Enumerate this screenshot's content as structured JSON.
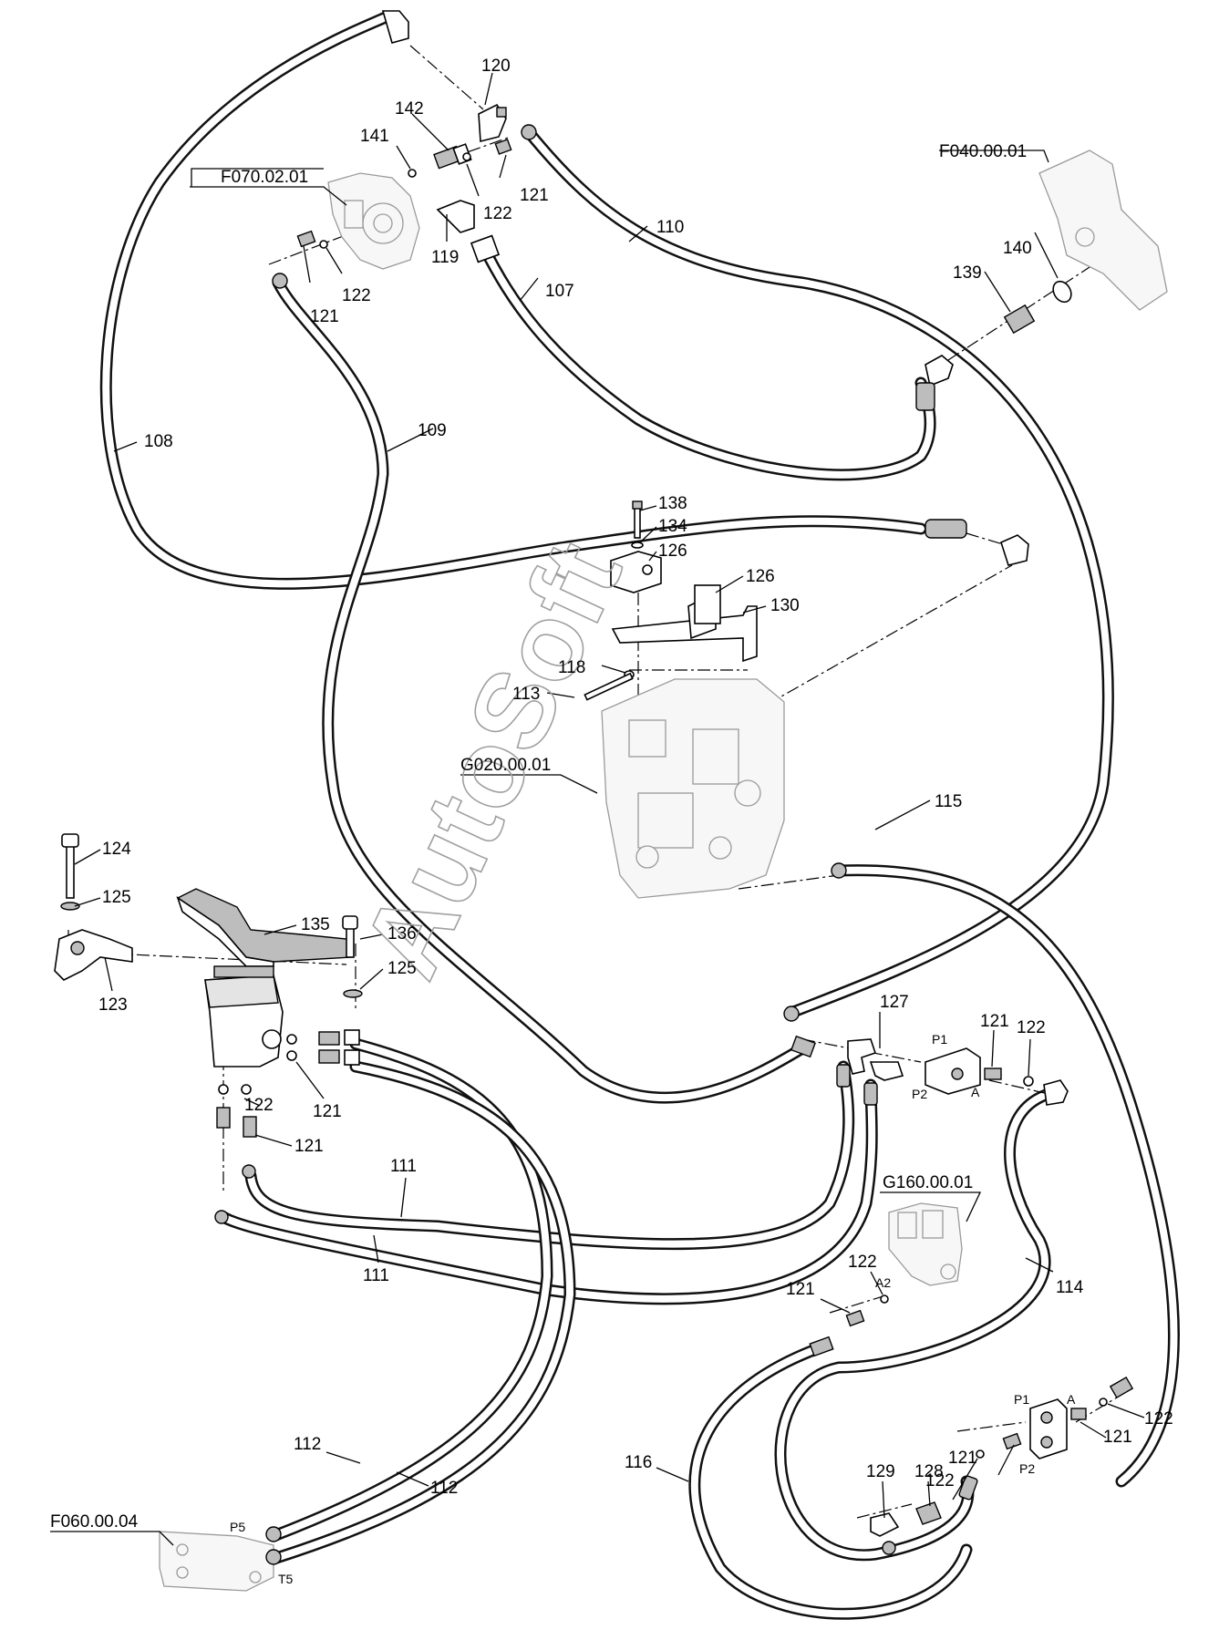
{
  "watermark": "AutoSoft",
  "references": {
    "f070": "F070.02.01",
    "f040": "F040.00.01",
    "g020": "G020.00.01",
    "g160": "G160.00.01",
    "f060": "F060.00.04"
  },
  "parts": {
    "p107": "107",
    "p108": "108",
    "p109": "109",
    "p110": "110",
    "p111a": "111",
    "p111b": "111",
    "p112a": "112",
    "p112b": "112",
    "p113": "113",
    "p114": "114",
    "p115": "115",
    "p116": "116",
    "p118": "118",
    "p119": "119",
    "p120": "120",
    "p121a": "121",
    "p121b": "121",
    "p121c": "121",
    "p121d": "121",
    "p121e": "121",
    "p121f": "121",
    "p121g": "121",
    "p121h": "121",
    "p122a": "122",
    "p122b": "122",
    "p122c": "122",
    "p122d": "122",
    "p122e": "122",
    "p122f": "122",
    "p122g": "122",
    "p123": "123",
    "p124": "124",
    "p125a": "125",
    "p125b": "125",
    "p126a": "126",
    "p126b": "126",
    "p127": "127",
    "p128": "128",
    "p129": "129",
    "p130": "130",
    "p134": "134",
    "p135": "135",
    "p136": "136",
    "p138": "138",
    "p139": "139",
    "p140": "140",
    "p141": "141",
    "p142": "142"
  },
  "ports": {
    "p1_top": "P1",
    "p2_top": "P2",
    "a_top": "A",
    "a2": "A2",
    "p1_bot": "P1",
    "p2_bot": "P2",
    "a_bot": "A",
    "p5": "P5",
    "t5": "T5"
  }
}
